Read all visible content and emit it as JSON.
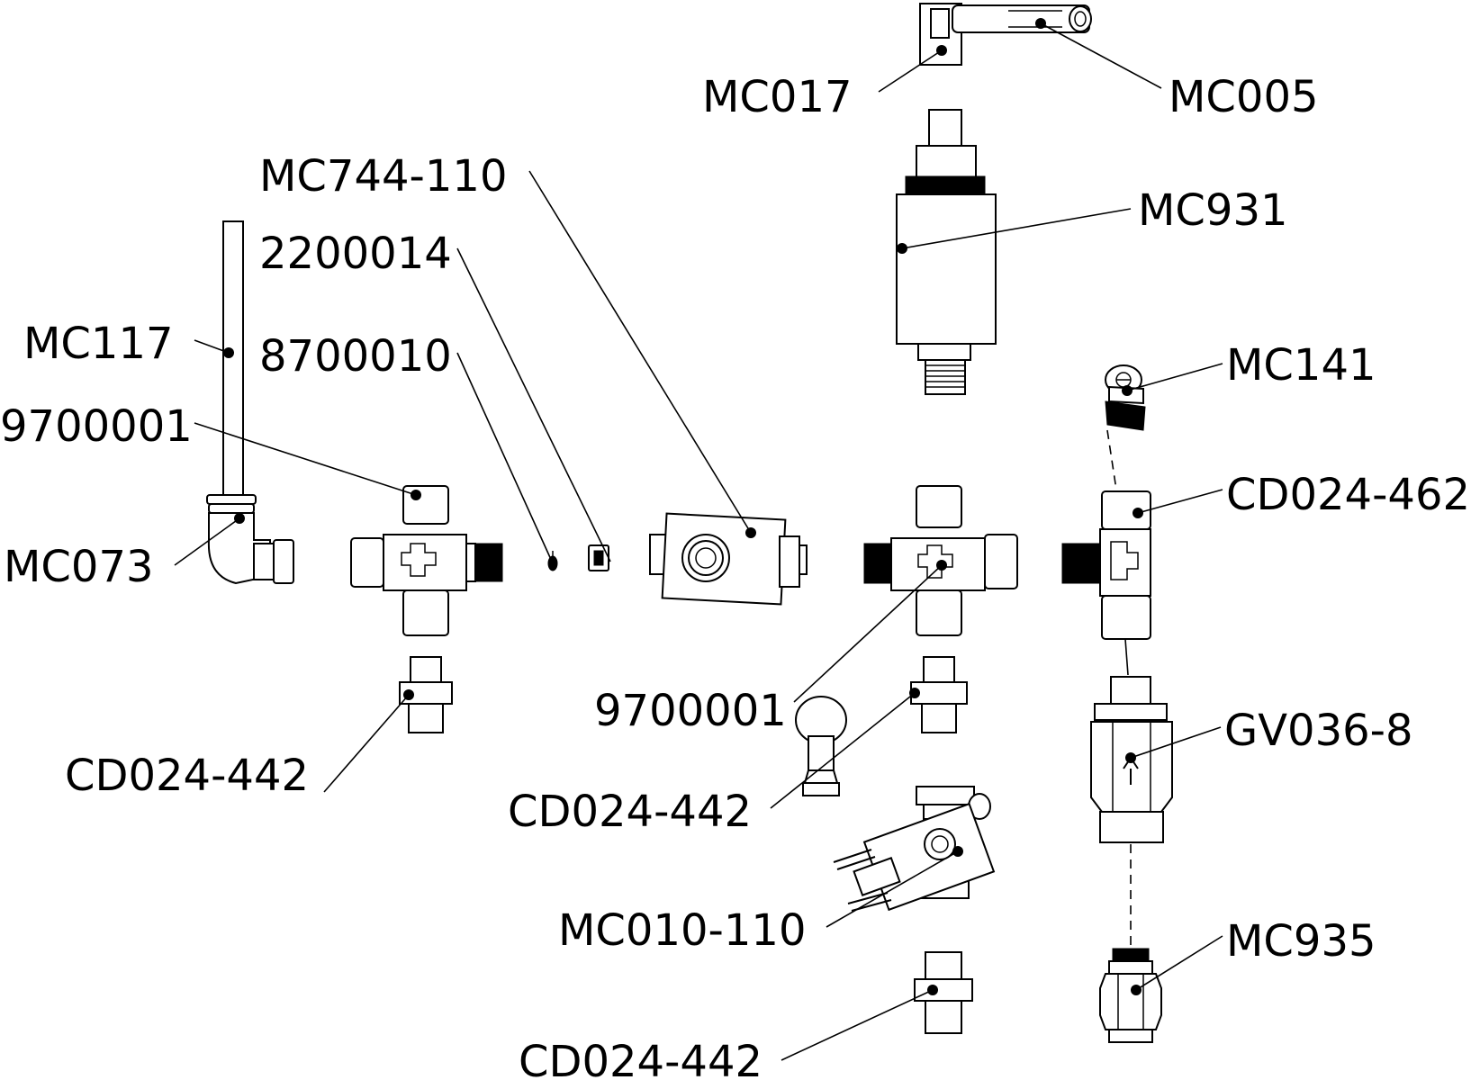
{
  "labels": {
    "mc017": "MC017",
    "mc005": "MC005",
    "mc744_110": "MC744-110",
    "mc931": "MC931",
    "n2200014": "2200014",
    "mc117": "MC117",
    "n8700010": "8700010",
    "mc141": "MC141",
    "n9700001_left": "9700001",
    "cd024_462": "CD024-462",
    "mc073": "MC073",
    "n9700001_mid": "9700001",
    "gv036_8": "GV036-8",
    "cd024_442_left": "CD024-442",
    "cd024_442_mid": "CD024-442",
    "mc010_110": "MC010-110",
    "mc935": "MC935",
    "cd024_442_bottom": "CD024-442"
  }
}
